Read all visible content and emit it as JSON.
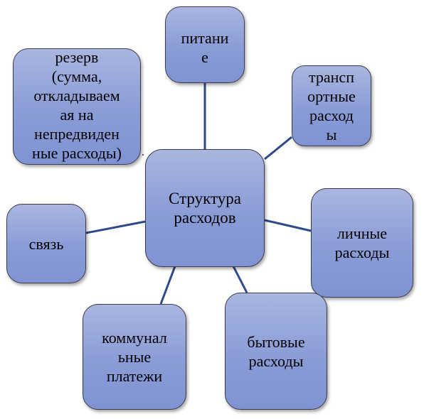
{
  "diagram": {
    "center": {
      "label_line1": "Структура",
      "label_line2": "расходов"
    },
    "nodes": {
      "food": {
        "line1": "питани",
        "line2": "е"
      },
      "transport": {
        "line1": "трансп",
        "line2": "ортные",
        "line3": "расход",
        "line4": "ы"
      },
      "personal": {
        "line1": "личные",
        "line2": "расходы"
      },
      "household": {
        "line1": "бытовые",
        "line2": "расходы"
      },
      "utilities": {
        "line1": "коммунал",
        "line2": "ьные",
        "line3": "платежи"
      },
      "communication": {
        "line1": "связь"
      },
      "reserve": {
        "line1": "резерв",
        "line2": "(сумма,",
        "line3": "откладываем",
        "line4": "ая на",
        "line5": "непредвиден",
        "line6": "ные расходы)"
      }
    },
    "colors": {
      "node_fill_top": "#aab6e0",
      "node_fill_bottom": "#7f93d3",
      "connector": "#2e4a8a",
      "border": "#3b3b4a"
    }
  }
}
